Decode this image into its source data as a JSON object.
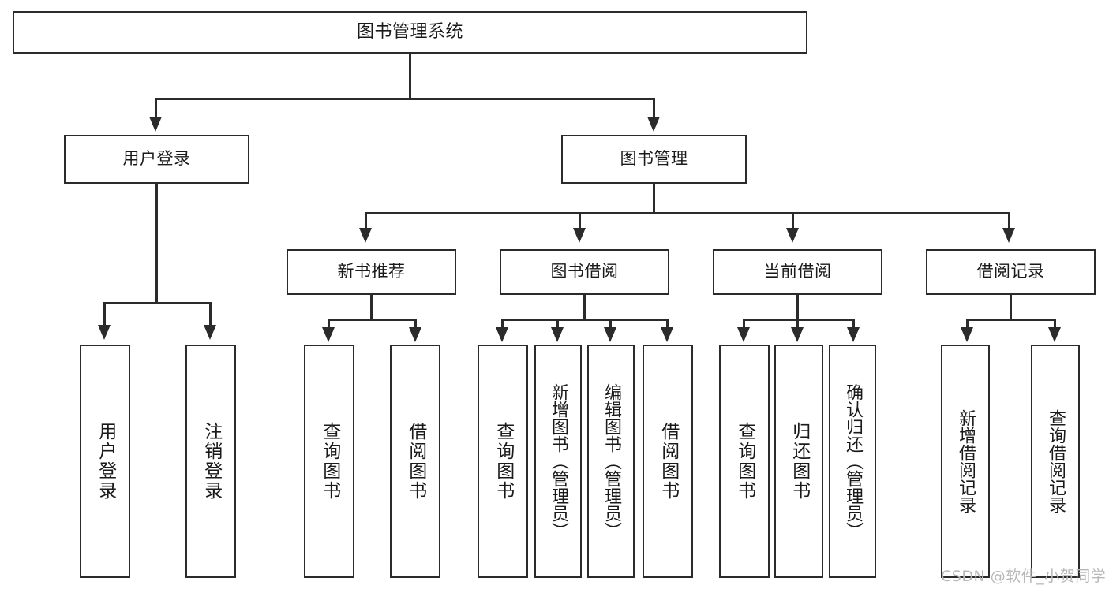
{
  "diagram": {
    "title": "图书管理系统",
    "type": "tree",
    "root": {
      "label": "图书管理系统"
    },
    "level2": [
      {
        "label": "用户登录"
      },
      {
        "label": "图书管理"
      }
    ],
    "level3": [
      {
        "label": "新书推荐"
      },
      {
        "label": "图书借阅"
      },
      {
        "label": "当前借阅"
      },
      {
        "label": "借阅记录"
      }
    ],
    "leaves": {
      "user_login": [
        {
          "label": "用户登录"
        },
        {
          "label": "注销登录"
        }
      ],
      "new_book_recommend": [
        {
          "label": "查询图书"
        },
        {
          "label": "借阅图书"
        }
      ],
      "book_borrow": [
        {
          "label": "查询图书"
        },
        {
          "label": "新增图书（管理员）"
        },
        {
          "label": "编辑图书（管理员）"
        },
        {
          "label": "借阅图书"
        }
      ],
      "current_borrow": [
        {
          "label": "查询图书"
        },
        {
          "label": "归还图书"
        },
        {
          "label": "确认归还（管理员）"
        }
      ],
      "borrow_record": [
        {
          "label": "新增借阅记录"
        },
        {
          "label": "查询借阅记录"
        }
      ]
    }
  },
  "watermark": {
    "text": "CSDN @软件_小贺同学"
  },
  "colors": {
    "stroke": "#2b2b2b",
    "fill": "#ffffff",
    "text": "#1a1a1a",
    "watermark": "#b8b8b8"
  }
}
